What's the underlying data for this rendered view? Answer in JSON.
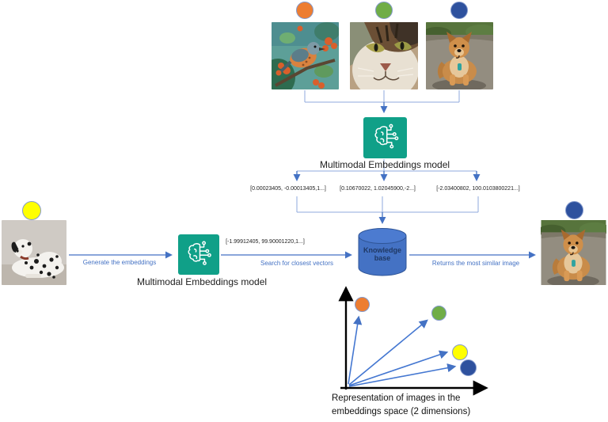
{
  "palette": {
    "orange": "#ED7D31",
    "green": "#70AD47",
    "blue": "#2E519E",
    "yellow": "#FFFF00",
    "arrow_blue": "#4472C4",
    "bracket_blue": "#8FAADC",
    "teal": "#10A088",
    "kb_fill": "#4472C4",
    "kb_text_color": "#1F3864"
  },
  "top": {
    "model_label": "Multimodal Embeddings model",
    "items": [
      {
        "name": "bird",
        "dot_color_key": "orange"
      },
      {
        "name": "cat",
        "dot_color_key": "green"
      },
      {
        "name": "dog",
        "dot_color_key": "blue"
      }
    ],
    "vectors": [
      "[0.00023405, -0.00013405,1...]",
      "[0.10670022, 1.02045900,-2...]",
      "[-2.03400802, 100.0103800221...]"
    ]
  },
  "query": {
    "model_label": "Multimodal Embeddings model",
    "generate_label": "Generate the embeddings",
    "vector": "[-1.99912405, 99.90001220,1...]",
    "search_label": "Search for closest vectors",
    "kb_label": "Knowledge base",
    "returns_label": "Returns the most similar image"
  },
  "plot": {
    "caption": [
      "Representation of images in the",
      "embeddings space (2 dimensions)"
    ],
    "points": [
      {
        "label": "bird",
        "color_key": "orange",
        "x": 0.11,
        "y": 0.8
      },
      {
        "label": "cat",
        "color_key": "green",
        "x": 0.64,
        "y": 0.72
      },
      {
        "label": "query",
        "color_key": "yellow",
        "x": 0.78,
        "y": 0.34
      },
      {
        "label": "result",
        "color_key": "blue",
        "x": 0.84,
        "y": 0.19
      }
    ]
  }
}
